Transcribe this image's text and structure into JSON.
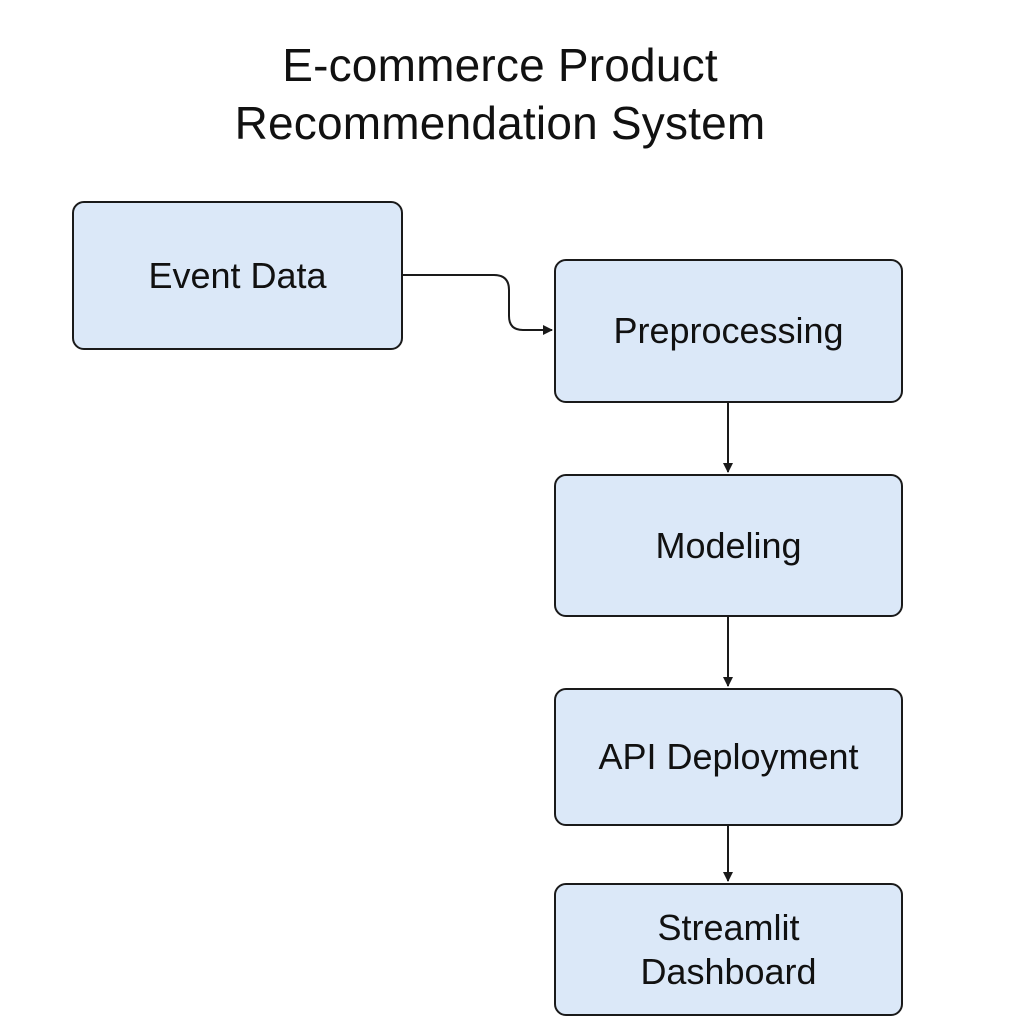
{
  "title": {
    "line1": "E-commerce Product",
    "line2": "Recommendation System"
  },
  "colors": {
    "node_fill": "#dbe8f8",
    "node_border": "#1a1a1a",
    "arrow": "#1a1a1a",
    "text": "#111111"
  },
  "nodes": [
    {
      "id": "event_data",
      "lines": [
        "Event Data"
      ]
    },
    {
      "id": "preprocessing",
      "lines": [
        "Preprocessing"
      ]
    },
    {
      "id": "modeling",
      "lines": [
        "Modeling"
      ]
    },
    {
      "id": "api_deployment",
      "lines": [
        "API Deployment"
      ]
    },
    {
      "id": "streamlit_dashboard",
      "lines": [
        "Streamlit",
        "Dashboard"
      ]
    }
  ],
  "edges": [
    {
      "from": "event_data",
      "to": "preprocessing"
    },
    {
      "from": "preprocessing",
      "to": "modeling"
    },
    {
      "from": "modeling",
      "to": "api_deployment"
    },
    {
      "from": "api_deployment",
      "to": "streamlit_dashboard"
    }
  ]
}
